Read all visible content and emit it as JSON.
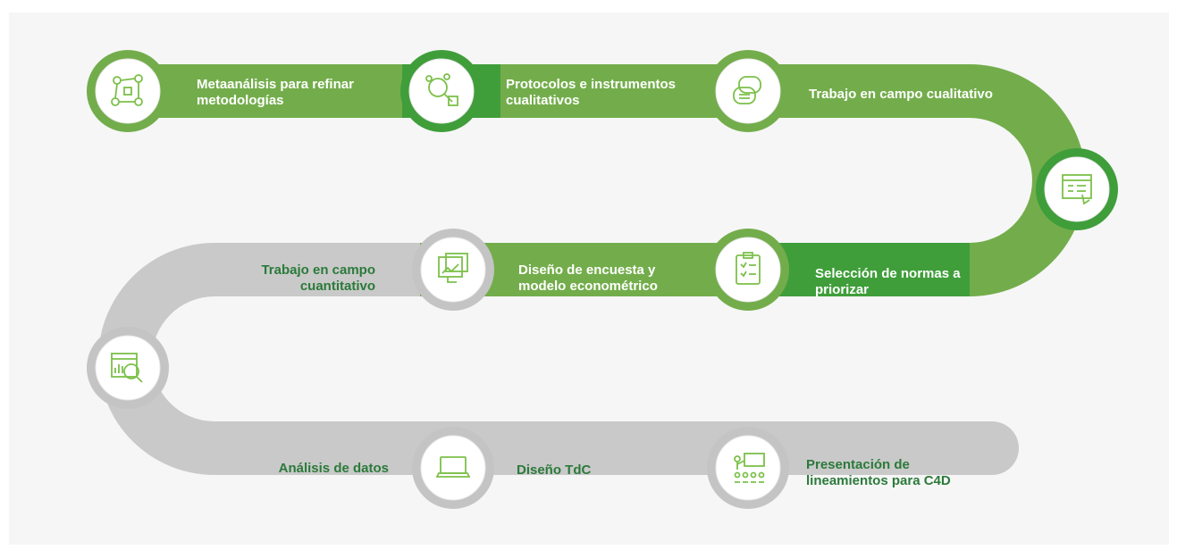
{
  "colors": {
    "green_light": "#73ad4b",
    "green_bright": "#3f9e3a",
    "gray_band": "#c9c9c9",
    "gray_ring": "#c4c4c4",
    "label_green": "#2b7a3a",
    "background": "#f6f6f6"
  },
  "steps": [
    {
      "label": "Metaanálisis para refinar metodologías",
      "icon": "process-flow-icon",
      "ring": "green"
    },
    {
      "label": "Protocolos e instrumentos cualitativos",
      "icon": "research-analysis-icon",
      "ring": "green-bright"
    },
    {
      "label": "Trabajo en campo cualitativo",
      "icon": "speech-bubbles-icon",
      "ring": "green"
    },
    {
      "label": "",
      "icon": "checklist-screen-icon",
      "ring": "green-bright"
    },
    {
      "label": "Selección de normas a priorizar",
      "icon": "clipboard-checklist-icon",
      "ring": "green"
    },
    {
      "label": "Diseño de encuesta y modelo econométrico",
      "icon": "dashboard-monitor-icon",
      "ring": "gray"
    },
    {
      "label": "Trabajo en campo cuantitativo",
      "icon": "",
      "ring": ""
    },
    {
      "label": "",
      "icon": "data-magnify-icon",
      "ring": "gray"
    },
    {
      "label": "Análisis de datos",
      "icon": "",
      "ring": ""
    },
    {
      "label": "Diseño TdC",
      "icon": "laptop-icon",
      "ring": "gray"
    },
    {
      "label": "Presentación de lineamientos para C4D",
      "icon": "presentation-audience-icon",
      "ring": "gray"
    }
  ]
}
